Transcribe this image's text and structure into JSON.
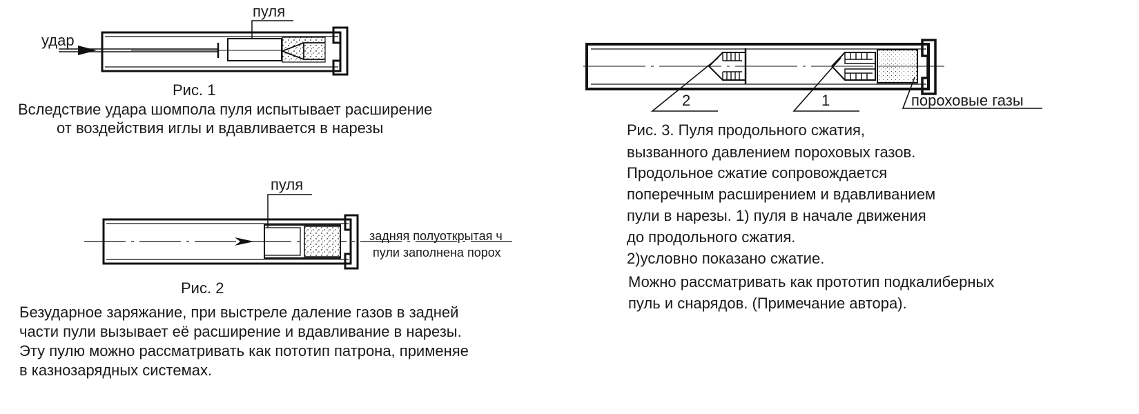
{
  "fig1": {
    "label_impact": "удар",
    "label_bullet": "пуля",
    "caption": "Рис. 1",
    "desc": [
      "Вследствие удара шомпола пуля испытывает расширение",
      "от воздействия иглы и вдавливается в нарезы"
    ]
  },
  "fig2": {
    "label_bullet": "пуля",
    "side_note": [
      "задняя полуоткрытая ч",
      "пули заполнена порох"
    ],
    "caption": "Рис. 2",
    "desc": [
      "Безударное заряжание, при выстреле даление газов в задней",
      "части  пули вызывает её расширение и вдавливание в нарезы.",
      "Эту пулю можно рассматривать как пототип патрона, применяе",
      "в казнозарядных системах."
    ]
  },
  "fig3": {
    "label_2": "2",
    "label_1": "1",
    "label_gases": "пороховые газы",
    "desc": [
      "Рис. 3. Пуля продольного сжатия,",
      "вызванного давлением пороховых газов.",
      "Продольное сжатие сопровождается",
      "поперечным расширением и вдавливанием",
      "пули в нарезы. 1) пуля в начале движения",
      "до продольного сжатия.",
      "2)условно показано сжатие.",
      "Можно рассматривать как прототип подкалиберных",
      "пуль и снарядов. (Примечание автора)."
    ]
  }
}
